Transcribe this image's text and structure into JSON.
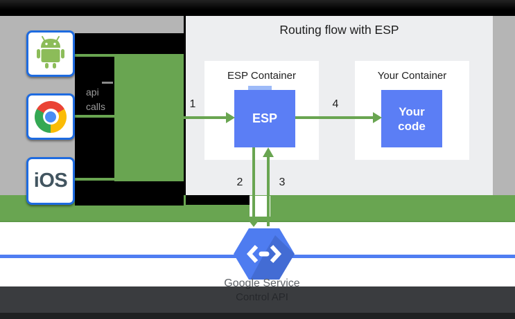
{
  "header": {
    "title": "Routing flow with ESP"
  },
  "clients": {
    "android_icon": "android-robot-icon",
    "chrome_icon": "chrome-browser-icon",
    "ios_label": "iOS",
    "api_calls": {
      "line1": "api",
      "line2": "calls"
    }
  },
  "flow": {
    "esp_container_label": "ESP Container",
    "your_container_label": "Your Container",
    "esp_label": "ESP",
    "your_code": {
      "line1": "Your",
      "line2": "code"
    },
    "steps": {
      "s1": "1",
      "s2": "2",
      "s3": "3",
      "s4": "4"
    }
  },
  "service": {
    "endpoints_icon": "cloud-endpoints-hexagon-icon",
    "line1": "Google Service",
    "line2": "Control API"
  },
  "colors": {
    "green": "#69a551",
    "esp_blue": "#5b7ef5",
    "hexagon_blue": "#4e7cf0",
    "line_blue": "#4f7df2",
    "client_border_blue": "#1e6be0",
    "panel_bg": "#edeef0",
    "gray_bg": "#b5b5b5"
  }
}
